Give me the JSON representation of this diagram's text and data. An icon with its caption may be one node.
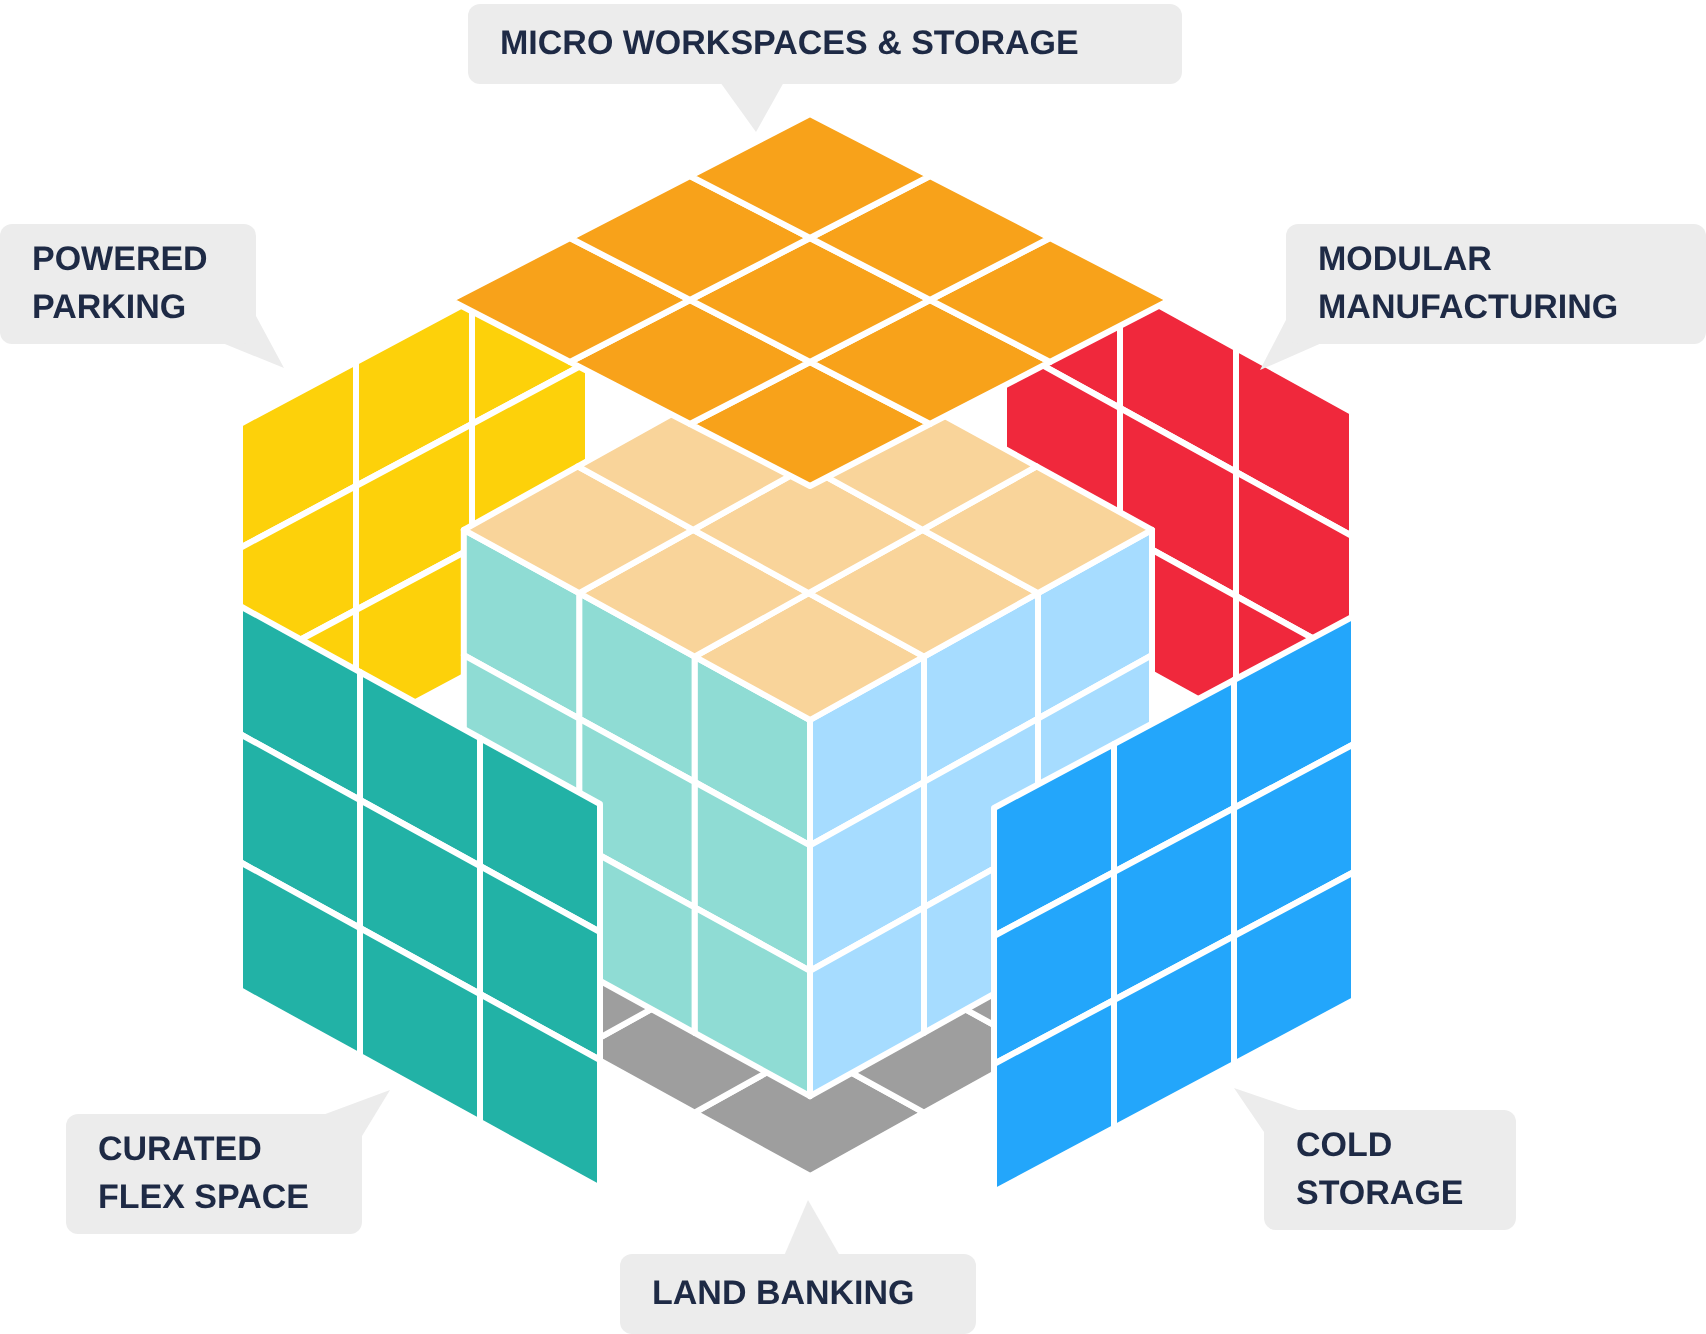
{
  "diagram": {
    "nodes": [
      {
        "text": [
          "MICRO WORKSPACES & STORAGE"
        ]
      },
      {
        "text": [
          "POWERED PARKING"
        ]
      },
      {
        "text": [
          "MODULAR MANUFACTURING"
        ]
      },
      {
        "text": [
          "CURATED FLEX SPACE"
        ]
      },
      {
        "text": [
          "COLD STORAGE"
        ]
      },
      {
        "text": [
          "LAND BANKING"
        ]
      }
    ]
  }
}
